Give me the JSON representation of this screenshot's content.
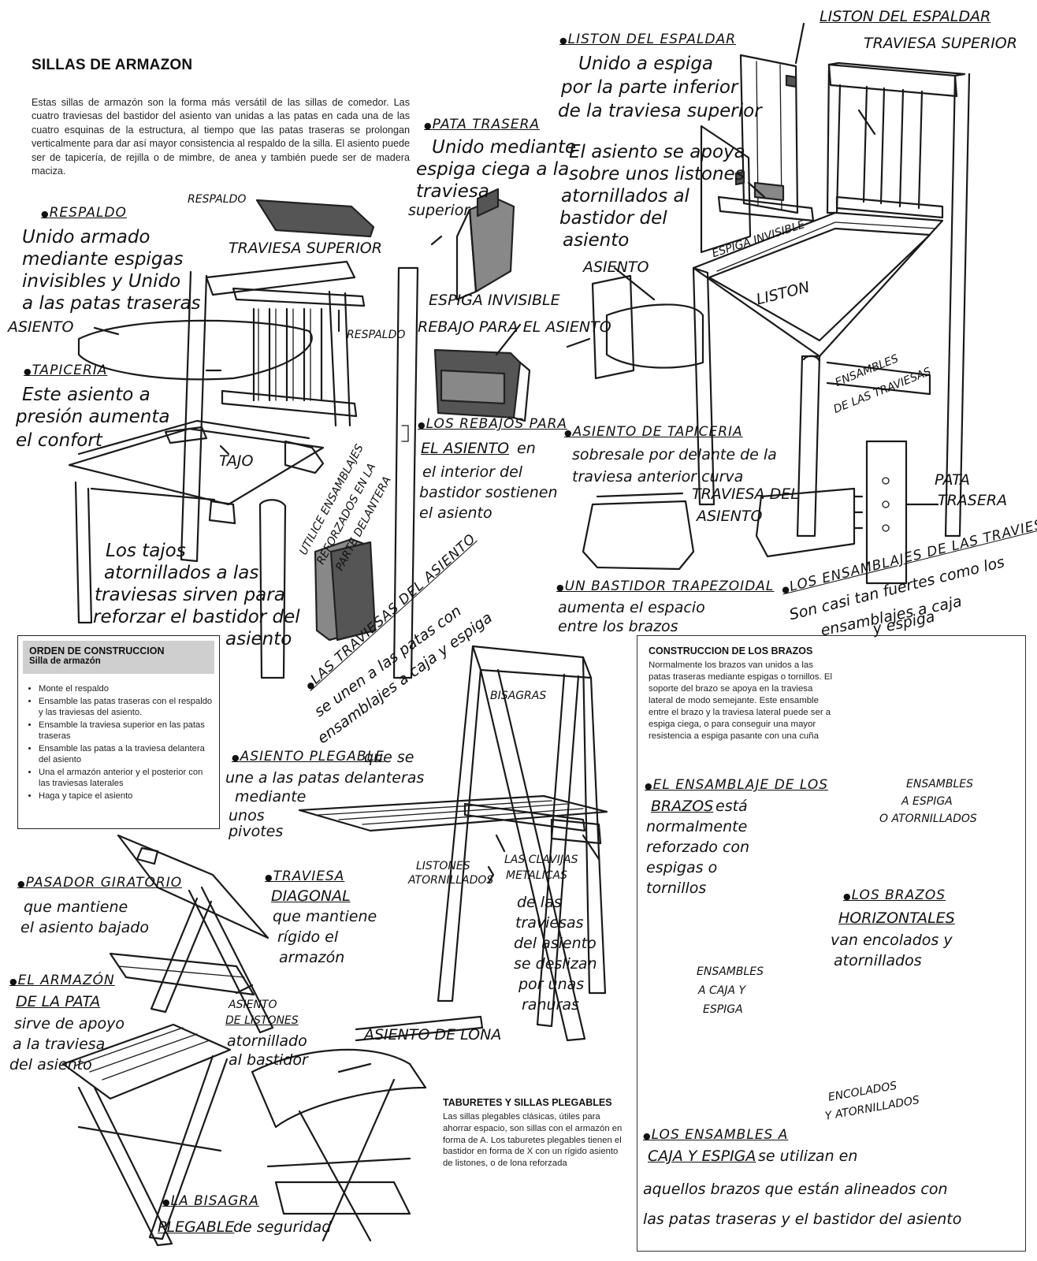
{
  "title": "SILLAS DE ARMAZON",
  "intro": "Estas sillas de armazón son la forma más versátil de las sillas de comedor. Las cuatro traviesas del bastidor del asiento van unidas a las patas en cada una de las cuatro esquinas de la estructura, al tiempo que las patas traseras se prolongan verticalmente para dar así mayor consistencia al respaldo de la silla. El asiento puede ser de tapicería, de rejilla o de mimbre, de anea y también puede ser de madera maciza.",
  "order": {
    "title": "ORDEN DE CONSTRUCCION",
    "subtitle": "Silla de armazón",
    "steps": [
      "Monte el respaldo",
      "Ensamble las patas traseras con el respaldo y las traviesas del asiento.",
      "Ensamble la traviesa superior en las patas traseras",
      "Ensamble las patas a la traviesa delantera del asiento",
      "Una el armazón anterior y el posterior con las traviesas laterales",
      "Haga y tapice el asiento"
    ]
  },
  "brazos": {
    "title": "CONSTRUCCION DE LOS BRAZOS",
    "text": "Normalmente los brazos van unidos a las patas traseras mediante espigas o tornillos. El soporte del brazo se apoya en la traviesa lateral de modo semejante. Este ensamble entre el brazo y la traviesa lateral puede ser a espiga ciega, o para conseguir una mayor resistencia a espiga pasante con una cuña"
  },
  "taburetes": {
    "title": "TABURETES Y SILLAS PLEGABLES",
    "text": "Las sillas plegables clásicas, útiles para ahorrar espacio, son sillas con el armazón en forma de A. Los taburetes plegables tienen el bastidor en forma de X con un rígido asiento de listones, o de lona reforzada"
  },
  "labels": {
    "respaldo_small": "RESPALDO",
    "respaldo_head": "RESPALDO",
    "respaldo_text": [
      "Unido armado",
      "mediante espigas",
      "invisibles y Unido",
      "a las patas traseras"
    ],
    "traviesa_superior": "TRAVIESA SUPERIOR",
    "asiento": "ASIENTO",
    "respaldo_side": "RESPALDO",
    "tapiceria_head": "TAPICERIA",
    "tapiceria_text": [
      "Este asiento a",
      "presión aumenta",
      "el confort"
    ],
    "tajo": "TAJO",
    "tajos_text": [
      "Los tajos",
      "atornillados a las",
      "traviesas sirven para",
      "reforzar el bastidor del",
      "asiento"
    ],
    "utilice_text": [
      "UTILICE ENSAMBLAJES",
      "REFORZADOS EN LA",
      "PARTE DELANTERA"
    ],
    "traviesas_head": "LAS TRAVIESAS DEL ASIENTO",
    "traviesas_text": [
      "se unen a las patas con",
      "ensamblajes a caja y espiga"
    ],
    "pata_trasera_head": "PATA TRASERA",
    "pata_trasera_text": [
      "Unido mediante",
      "espiga ciega a la",
      "traviesa",
      "superior"
    ],
    "espiga_invisible": "ESPIGA INVISIBLE",
    "rebajo": "REBAJO PARA EL ASIENTO",
    "rebajos_head": "LOS REBAJOS PARA",
    "rebajos_head2": "EL ASIENTO",
    "rebajos_text": [
      "en",
      "el interior del",
      "bastidor sostienen",
      "el asiento"
    ],
    "liston_espaldar_head": "LISTON DEL ESPALDAR",
    "liston_espaldar_text": [
      "Unido a espiga",
      "por la parte inferior",
      "de la traviesa superior"
    ],
    "asiento_apoya_text": [
      "El asiento se apoya",
      "sobre unos listones",
      "atornillados al",
      "bastidor del",
      "asiento"
    ],
    "asiento2": "ASIENTO",
    "espiga_invisible2": "ESPIGA INVISIBLE",
    "liston": "LISTON",
    "liston_top": "LISTON DEL ESPALDAR",
    "traviesa_top": "TRAVIESA SUPERIOR",
    "ensambles_traviesas": [
      "ENSAMBLES",
      "DE LAS TRAVIESAS"
    ],
    "asiento_tap_head": "ASIENTO DE TAPICERIA",
    "asiento_tap_text": [
      "sobresale por delante de la",
      "traviesa anterior curva"
    ],
    "traviesa_asiento": [
      "TRAVIESA DEL",
      "ASIENTO"
    ],
    "pata_trasera2": [
      "PATA",
      "TRASERA"
    ],
    "bastidor_head": "UN BASTIDOR TRAPEZOIDAL",
    "bastidor_text": [
      "aumenta el espacio",
      "entre los brazos"
    ],
    "ensamblajes_trav_head": "LOS ENSAMBLAJES DE LAS TRAVIESAS",
    "ensamblajes_trav_text": [
      "Son casi tan fuertes como los",
      "ensamblajes a caja",
      "y espiga"
    ],
    "bisagras": "BISAGRAS",
    "asiento_plegable_head": "ASIENTO PLEGABLE",
    "asiento_plegable_text": [
      "que se",
      "une a las patas delanteras",
      "mediante",
      "unos",
      "pivotes"
    ],
    "listones_atorn": [
      "LISTONES",
      "ATORNILLADOS"
    ],
    "clavijas_text": [
      "LAS CLAVIJAS",
      "METALICAS",
      "de las",
      "traviesas",
      "del asiento",
      "se deslizan",
      "por unas",
      "ranuras"
    ],
    "pasador_head": "PASADOR GIRATORIO",
    "pasador_text": [
      "que mantiene",
      "el asiento bajado"
    ],
    "diagonal_head": "TRAVIESA",
    "diagonal_head2": "DIAGONAL",
    "diagonal_text": [
      "que mantiene",
      "rígido el",
      "armazón"
    ],
    "armazon_head": "EL ARMAZÓN",
    "armazon_head2": "DE LA PATA",
    "armazon_text": [
      "sirve de apoyo",
      "a la traviesa",
      "del asiento"
    ],
    "listones_head": "ASIENTO",
    "listones_head2": "DE LISTONES",
    "listones_text": [
      "atornillado",
      "al bastidor"
    ],
    "lona": "ASIENTO DE LONA",
    "bisagra_head": "LA BISAGRA",
    "bisagra_text": [
      "PLEGABLE",
      "de seguridad"
    ],
    "ensamblaje_brazos_head": "EL ENSAMBLAJE DE LOS",
    "ensamblaje_brazos_text": [
      "BRAZOS",
      "está",
      "normalmente",
      "reforzado con",
      "espigas o",
      "tornillos"
    ],
    "ensambles_espiga": [
      "ENSAMBLES",
      "A ESPIGA",
      "O ATORNILLADOS"
    ],
    "brazos_horiz_head": "LOS BRAZOS",
    "brazos_horiz_head2": "HORIZONTALES",
    "brazos_horiz_text": [
      "van encolados y",
      "atornillados"
    ],
    "ensambles_caja": [
      "ENSAMBLES",
      "A CAJA Y",
      "ESPIGA"
    ],
    "encolados": [
      "ENCOLADOS",
      "Y ATORNILLADOS"
    ],
    "caja_espiga_head": "LOS ENSAMBLES A",
    "caja_espiga_head2": "CAJA Y ESPIGA",
    "caja_espiga_text": [
      "se utilizan en",
      "aquellos brazos que están alineados con",
      "las patas traseras y el bastidor del asiento"
    ]
  }
}
